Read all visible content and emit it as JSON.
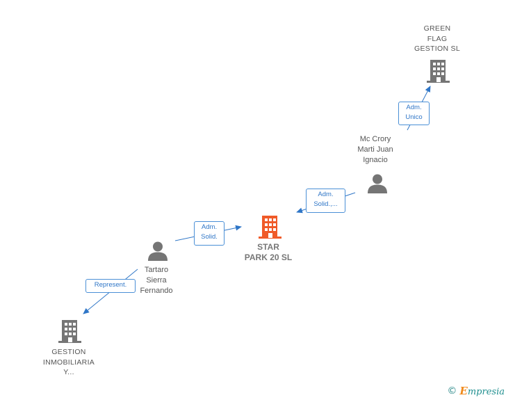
{
  "nodes": {
    "green_flag": {
      "lines": [
        "GREEN",
        "FLAG",
        "GESTION  SL"
      ],
      "icon": "building-icon"
    },
    "mc_crory": {
      "lines": [
        "Mc Crory",
        "Marti Juan",
        "Ignacio"
      ],
      "icon": "person-icon"
    },
    "star_park": {
      "lines": [
        "STAR",
        "PARK 20  SL"
      ],
      "icon": "building-icon"
    },
    "tartaro": {
      "lines": [
        "Tartaro",
        "Sierra",
        "Fernando"
      ],
      "icon": "person-icon"
    },
    "gestion_inmobiliaria": {
      "lines": [
        "GESTION",
        "INMOBILIARIA",
        "Y..."
      ],
      "icon": "building-icon"
    }
  },
  "edges": {
    "adm_unico": {
      "lines": [
        "Adm.",
        "Unico"
      ]
    },
    "adm_solid_1": {
      "lines": [
        "Adm.",
        "Solid.,..."
      ]
    },
    "adm_solid_2": {
      "lines": [
        "Adm.",
        "Solid."
      ]
    },
    "represent": {
      "lines": [
        "Represent."
      ]
    }
  },
  "colors": {
    "company": "#757575",
    "focus": "#f05a28",
    "person": "#757575",
    "edge": "#2f76c7"
  },
  "footer": {
    "copyright_symbol": "©",
    "brand_initial": "E",
    "brand_rest": "mpresia"
  }
}
